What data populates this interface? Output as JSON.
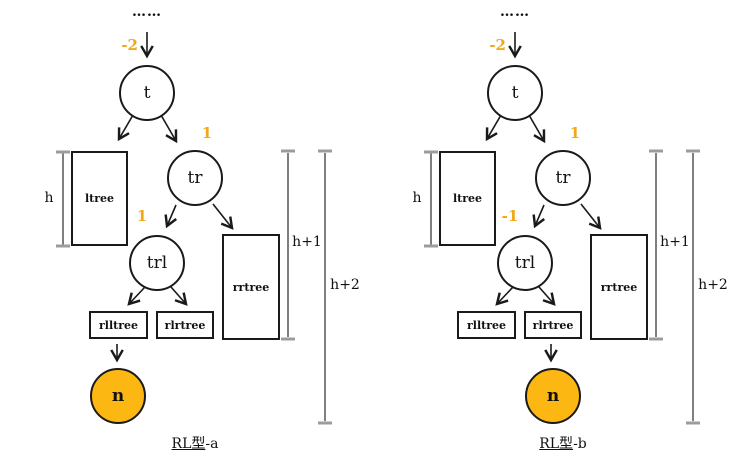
{
  "colors": {
    "balance_label": "#F0A818",
    "new_node_fill": "#FDB713",
    "bracket_line": "#7f7f7f",
    "bracket_tick": "#9c9c9c",
    "edge": "#1a1a1a"
  },
  "diagrams": [
    {
      "dots": "……",
      "balance": {
        "root": "-2",
        "tr": "1",
        "trl": "1"
      },
      "nodes": {
        "t": "t",
        "tr": "tr",
        "trl": "trl",
        "n": "n"
      },
      "subtrees": {
        "ltree": "ltree",
        "rrtree": "rrtree",
        "rlltree": "rlltree",
        "rlrtree": "rlrtree"
      },
      "heights": {
        "h": "h",
        "h_plus_1": "h+1",
        "h_plus_2": "h+2"
      },
      "caption": {
        "main": "RL型",
        "suffix": "-a"
      },
      "insertion_target": "rlltree"
    },
    {
      "dots": "……",
      "balance": {
        "root": "-2",
        "tr": "1",
        "trl": "-1"
      },
      "nodes": {
        "t": "t",
        "tr": "tr",
        "trl": "trl",
        "n": "n"
      },
      "subtrees": {
        "ltree": "ltree",
        "rrtree": "rrtree",
        "rlltree": "rlltree",
        "rlrtree": "rlrtree"
      },
      "heights": {
        "h": "h",
        "h_plus_1": "h+1",
        "h_plus_2": "h+2"
      },
      "caption": {
        "main": "RL型",
        "suffix": "-b"
      },
      "insertion_target": "rlrtree"
    }
  ]
}
